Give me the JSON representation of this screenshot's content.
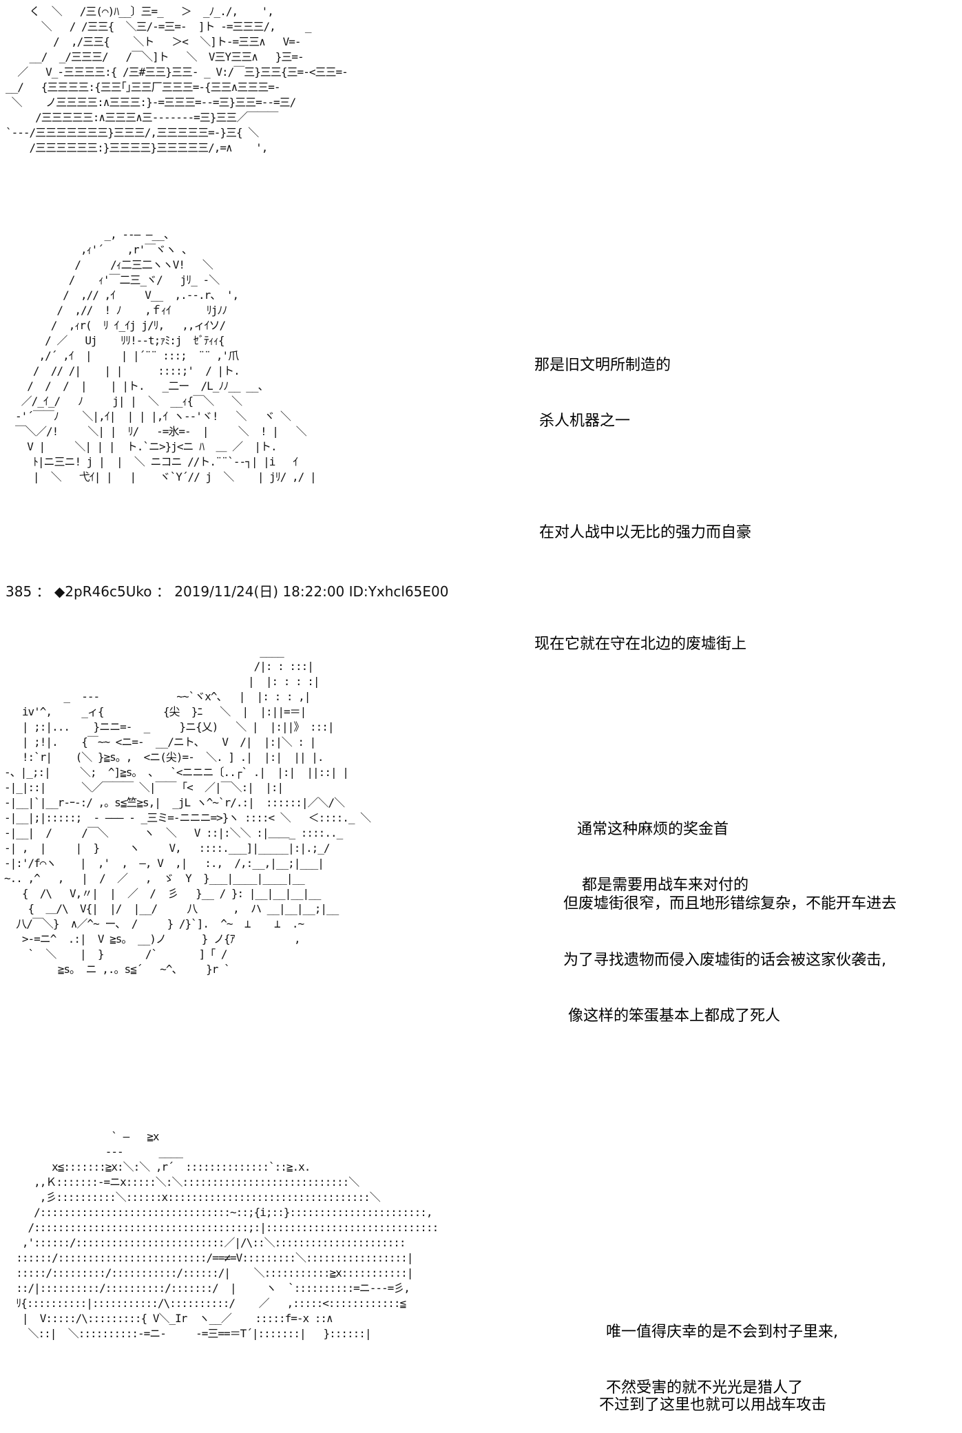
{
  "post_header": "385 ： ◆2pR46c5Uko ： 2019/11/24(日) 18:22:00 ID:Yxhcl65E00",
  "captions": {
    "block1": [
      "那是旧文明所制造的",
      " 杀人机器之一",
      "",
      " 在对人战中以无比的强力而自豪",
      "",
      "现在它就在守在北边的废墟街上"
    ],
    "block2": [
      "通常这种麻烦的奖金首",
      " 都是需要用战车来对付的"
    ],
    "block3": [
      "但废墟街很窄，而且地形错综复杂，不能开车进去"
    ],
    "block4": [
      "为了寻找遗物而侵入废墟街的话会被这家伙袭击,",
      " 像这样的笨蛋基本上都成了死人"
    ],
    "block5": [
      "唯一值得庆幸的是不会到村子里来,",
      "不然受害的就不光光是猎人了"
    ],
    "block6": [
      "不过到了这里也就可以用战车攻击"
    ]
  },
  "ascii_art": {
    "art1": "    く  ＼   /三(⌒)ﾊ__〕三=_   ＞  _ﾉ_./,    ',\n      ＼   / /三三{  ＼三/-=三=-  ]ト -=三三三/,     _\n        /  ,/三三{    ＼ト   ＞<  ＼]ト-=三三∧   V=-\n    __/  _/三三三/   /￣＼]ト   ＼  V三Y三三∧   }三=-\n  ／   V_-三三三三:{ /三#三三}三三- _ V:/￣三}三三{三=-<三三=-\n__/   {三三三三:{三三｢｣三三厂三三三=-{三三∧三三三=-\n ＼    ノ三三三三:∧三三三:}-=三三三=--=三}三三=--=三/\n     /三三三三三:∧三三三∧三-------=三}三三／￣￣￣\n`---/三三三三三三三}三三三/,三三三三三=-}三{ ＼\n    /三三三三三三:}三三三三}三三三三三/,=∧    ',",
    "art2": "               _, -‐― ―__、\n           ,ｨ'´    ,r'￣ヾヽ 、\n          /     /ｨ二三二ヽヽV!   ＼\n         /    ｨ'￣二三_ヾ/   jﾘ_ -＼\n        /  ,// ,ｲ     V__  ,.-‐.r、 ',\n       /  ,//  ! ﾉ    ,ｆｨｲ      ﾘjﾉﾉ\n      /  ,ｨr(  ﾘ ｲ_ｲj j/ﾘ,   ,,ィｲソ/\n     / ／   Uj    ﾘﾘ!--t;ｧﾐ:j  ｾﾞﾃｨｨ{\n    ,/´ ,ｲ  |     | |´¨¨ :::;  ¨¨ ,'爪\n   /  // /|    | |      ::::;'  / |ト.\n  /  /  /  |    | |ト.   _二ー  /L_ﾉﾉ__ __、\n ／/_ｲ_/   ﾉ     j| |  ＼  __ｨ{￣＼   ＼\n-'´￣￣ﾉ    ＼|,ｲ|  | | |,ｲ ヽ--'ヾ!   ＼   ヾ ＼\n￣＼／/!     ＼| |  ﾘ/   -=氷=-  |     ＼  ! |   ＼\n  V |     ＼| | |  ト.`ニ>}j<ニ ﾊ  ＿ ／  |ト.\n   ﾄ|ニ三ニ! j |  |  ＼ ニコニ //ト.¨¨`-‐┐| |i   ｲ\n   |  ＼   弋ｲ| |   |    ヾ`Y´// j  ＼    | jﾘ/ ,/ |",
    "art3": "                                           ____\n                                          /|: : :::|\n                                         |  |: : : :|\n          _  -‐-             ~~`ヾx^、  |  |: : : ,|\n   iv'^,     _ィ{          {尖  }ﾆ   ＼  |  |:||=＝|\n   | ;:|...    }ニニ=-  _     }ニ{乂)   ＼ |  |:||》 :::|\n   | ;!|.    {￣~~ <ニ=-  __/ニト、   V  /|  |:|＼ : |\n   !:`r|    (＼ }≧s。,  <ニ(尖)=-  ＼. ] .|  |:|  || |.\n-、|_;:|     ＼;  ^]≧s。 、  `<ニニニ〔..┌` .|  |:|  ||::| |\n-|_|::|      ＼／￣￣￣ ＼|￣￣ ｢<  ／|￣＼:|  |:|\n-|__|`|__r-ｰ-:/ ,。s≦竺≧s,|  _jL ヽ^~`r/.:|  ::::::|／＼/＼\n-|__|;|:::::;  - ――― - _三ミ=-ニニニ=>}ヽ ::::< ＼   ＜::::._ ＼\n-|__|  /     /￣＼      ヽ  ＼   V ::|:＼＼ :|＿＿_ ::::.._\n-| ,  |     |  }     ヽ     V,   ::::.___]|_____|:|.;_/\n-|:'/f⌒ヽ    |  ,'  ,  ―, V  ,|   :.,  /,:__,|__;|___|\n~.. ,^   ,   |  /  ／   ,  ゞ  Y  }___|____|____|__\n   {  /\\   V,〃|  |  ／  /  彡   }__ / }: |__|__|__|__\n    {  ＿/\\  V{|  |/  |__/     八      ,  ハ __|__|__;|__\n  八/￣＼}  ∧／^~ ー、 /     } /}`].  ^~  ⊥    ⊥  .~\n   >-=ニ^  .:|  V ≧s。 __)ノ      } ノ{ｱ          ,\n    `  ＼    |  }       /`       ]「 /\n         ≧s。 ニ ,.。s≦´   ~^、    }r `",
    "art4": "                  ` ―   ≧x\n                 ---      ____\n        x≦:::::::≧x:＼:＼ ,r´  ::::::::::::::`::≧.x.\n     ,,Ｋ:::::::-=ニx:::::＼:＼::::::::::::::::::::::::::::＼\n      ,彡::::::::::＼::::::x::::::::::::::::::::::::::::::::::＼\n     /::::::::::::::::::::::::::::::::~::;{i;::}:::::::::::::::::::::::,\n    /::::::::::::::::::::::::::::::::::::;:|:::::::::::::::::::::::::::::\n   ,'::::::/:::::::::::::::::::::::::／|/\\::＼::::::::::::::::::::::\n  ::::::/:::::::::::::::::::::::::/==≠=V:::::::::＼:::::::::::::::::|\n  :::::/:::::::::/:::::::::::/::::::/|    ＼:::::::::::≧x:::::::::::|\n  ::/|::::::::::/::::::::::/:::::::/  |     ヽ  `::::::::::=ニ--‐=彡,\n  ﾘ{::::::::::|:::::::::::/\\::::::::::/    ／   ,:::::<::::::::::::≦\n   |  V:::::/\\:::::::::{ V＼_Ir  ヽ__／    :::::f=-x ::∧\n    ＼::|  ＼::::::::::-=ニ-     -=三==＝T´|:::::::|   }::::::|"
  }
}
